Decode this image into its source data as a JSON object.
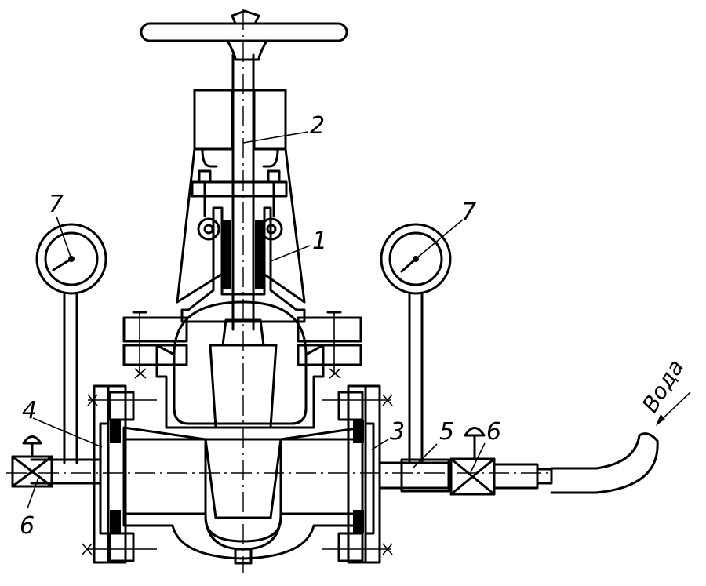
{
  "callouts": {
    "c1": "1",
    "c2": "2",
    "c3": "3",
    "c4": "4",
    "c5": "5",
    "c6_left": "6",
    "c6_right": "6",
    "c7_left": "7",
    "c7_right": "7"
  },
  "inlet_label": "Вода",
  "colors": {
    "ink": "#000000",
    "paper": "#ffffff"
  }
}
